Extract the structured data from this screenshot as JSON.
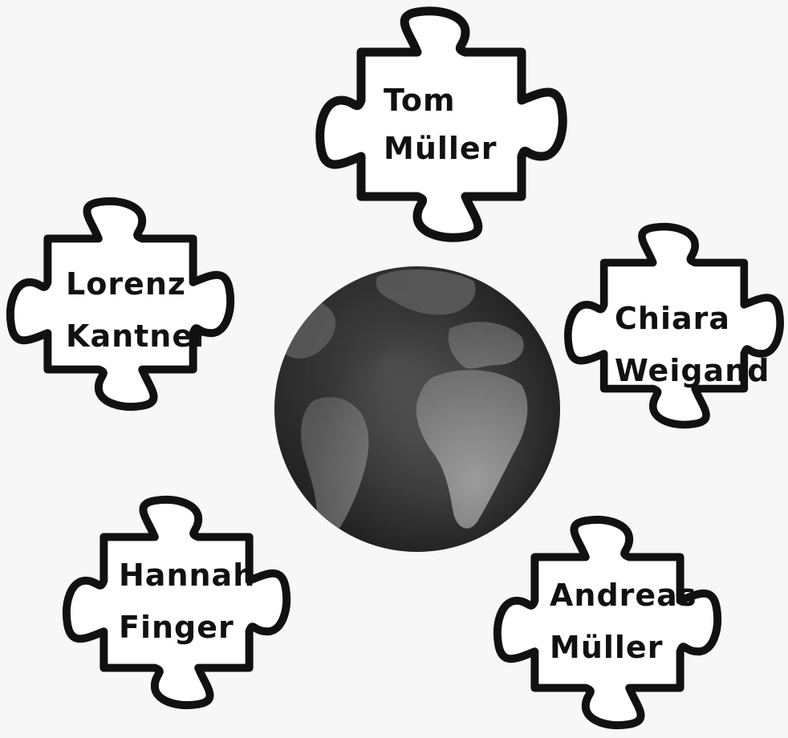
{
  "pieces": [
    {
      "id": "tom",
      "first": "Tom",
      "last": "Müller"
    },
    {
      "id": "lorenz",
      "first": "Lorenz",
      "last": "Kantner"
    },
    {
      "id": "chiara",
      "first": "Chiara",
      "last": "Weigand"
    },
    {
      "id": "hannah",
      "first": "Hannah",
      "last": "Finger"
    },
    {
      "id": "andreas",
      "first": "Andreas",
      "last": "Müller"
    }
  ],
  "globe": {
    "icon": "globe-icon",
    "ocean_color": "#4a4a4a",
    "land_color": "#9a9a9a"
  },
  "colors": {
    "background": "#f7f7f7",
    "outline": "#111111",
    "piece_fill": "#ffffff"
  }
}
